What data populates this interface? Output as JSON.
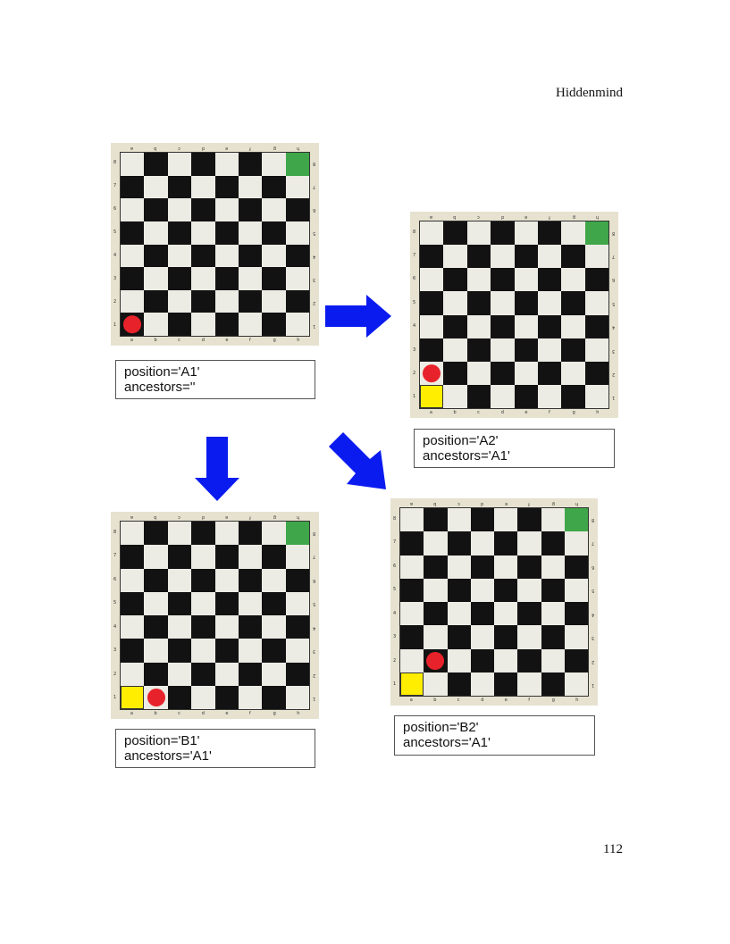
{
  "header": {
    "text": "Hiddenmind"
  },
  "footer": {
    "page_number": "112"
  },
  "board": {
    "files": [
      "a",
      "b",
      "c",
      "d",
      "e",
      "f",
      "g",
      "h"
    ],
    "ranks": [
      "1",
      "2",
      "3",
      "4",
      "5",
      "6",
      "7",
      "8"
    ],
    "colors": {
      "goal": "#3fa649",
      "start": "#ffee00",
      "piece": "#e8222a",
      "arrow": "#0a1bf0"
    }
  },
  "states": [
    {
      "id": "a1",
      "position_text": "position='A1'",
      "ancestors_text": "ancestors=''",
      "piece": "a1",
      "start": null,
      "goal": "h8"
    },
    {
      "id": "a2",
      "position_text": "position='A2'",
      "ancestors_text": "ancestors='A1'",
      "piece": "a2",
      "start": "a1",
      "goal": "h8"
    },
    {
      "id": "b1",
      "position_text": "position='B1'",
      "ancestors_text": "ancestors='A1'",
      "piece": "b1",
      "start": "a1",
      "goal": "h8"
    },
    {
      "id": "b2",
      "position_text": "position='B2'",
      "ancestors_text": "ancestors='A1'",
      "piece": "b2",
      "start": "a1",
      "goal": "h8"
    }
  ]
}
